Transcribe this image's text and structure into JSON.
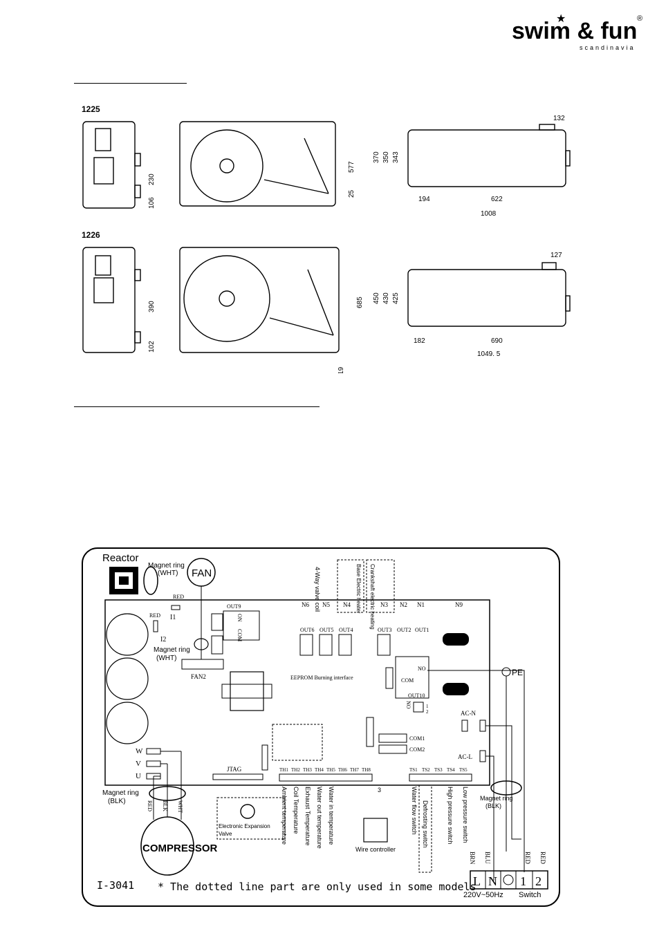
{
  "logo": {
    "brand": "swim & fun",
    "registered": "®",
    "region": "scandinavia"
  },
  "dimensions": {
    "model_1225": {
      "label": "1225",
      "side_dims": [
        "230",
        "106"
      ],
      "front_dims": [
        "577",
        "25"
      ],
      "top_dims": [
        "370",
        "350",
        "343",
        "132",
        "194",
        "622",
        "1008"
      ]
    },
    "model_1226": {
      "label": "1226",
      "side_dims": [
        "390",
        "102"
      ],
      "front_dims": [
        "685",
        "19"
      ],
      "top_dims": [
        "450",
        "430",
        "425",
        "127",
        "182",
        "690",
        "1049. 5"
      ]
    }
  },
  "wiring": {
    "reactor": "Reactor",
    "magnet_ring_wht_1": "Magnet ring",
    "magnet_ring_wht_1_sub": "(WHT)",
    "fan": "FAN",
    "red_1": "RED",
    "red_2": "RED",
    "i1": "I1",
    "i2": "I2",
    "out9": "OUT9",
    "on": "ON",
    "com_a": "COM",
    "magnet_ring_wht_2": "Magnet ring",
    "magnet_ring_wht_2_sub": "(WHT)",
    "fan2": "FAN2",
    "four_way": "4-Way valve coil",
    "base_heater": "Base Electric heater",
    "crankshaft_heater": "Crankshaft electric heating",
    "n_labels": [
      "N6",
      "N5",
      "N4",
      "N3",
      "N2",
      "N1",
      "N9"
    ],
    "out_labels": [
      "OUT6",
      "OUT5",
      "OUT4",
      "OUT3",
      "OUT2",
      "OUT1"
    ],
    "eeprom": "EEPROM Burning interface",
    "com_b": "COM",
    "no_a": "NO",
    "out10": "OUT10",
    "no_b": "NO",
    "one": "1",
    "two": "2",
    "pe": "PE",
    "ac_n": "AC-N",
    "ac_l": "AC-L",
    "com1": "COM1",
    "com2": "COM2",
    "w": "W",
    "v": "V",
    "u": "U",
    "jtag": "JTAG",
    "th_labels": [
      "TH1",
      "TH2",
      "TH3",
      "TH4",
      "TH5",
      "TH6",
      "TH7",
      "TH8"
    ],
    "ts_labels": [
      "TS1",
      "TS2",
      "TS3",
      "TS4",
      "TS5"
    ],
    "three": "3",
    "magnet_ring_blk_1": "Magnet ring",
    "magnet_ring_blk_1_sub": "(BLK)",
    "wire_red": "RED",
    "wire_blk": "BLK",
    "wire_wht": "WHT",
    "compressor": "COMPRESSOR",
    "expansion_valve_1": "Electronic Expansion",
    "expansion_valve_2": "Valve",
    "sensors": [
      "Ambient temperature",
      "Coil Temperature",
      "Exhaust Temperature",
      "Water out temperature",
      "Water in temperature"
    ],
    "wire_controller": "Wire controller",
    "switches": [
      "Water flow switch",
      "Defrosting switch",
      "High pressure switch",
      "Low pressure switch"
    ],
    "magnet_ring_blk_2": "Magnet ring",
    "magnet_ring_blk_2_sub": "(BLK)",
    "brn": "BRN",
    "blu": "BLU",
    "red_3": "RED",
    "red_4": "RED",
    "terminals": [
      "L",
      "N",
      "1",
      "2"
    ],
    "supply": "220V~50Hz",
    "switch": "Switch",
    "code": "I-3041",
    "note": "* The dotted line part are only used in some models"
  }
}
